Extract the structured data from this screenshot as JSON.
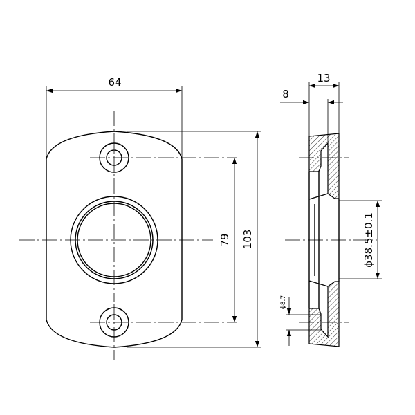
{
  "dimensions": {
    "width": "64",
    "inner_height": "79",
    "total_height": "103",
    "thickness_total": "13",
    "thickness_plate": "8",
    "bore_diameter": "ϕ38.5±0.1",
    "hole_diameter": "ϕ8.7"
  }
}
